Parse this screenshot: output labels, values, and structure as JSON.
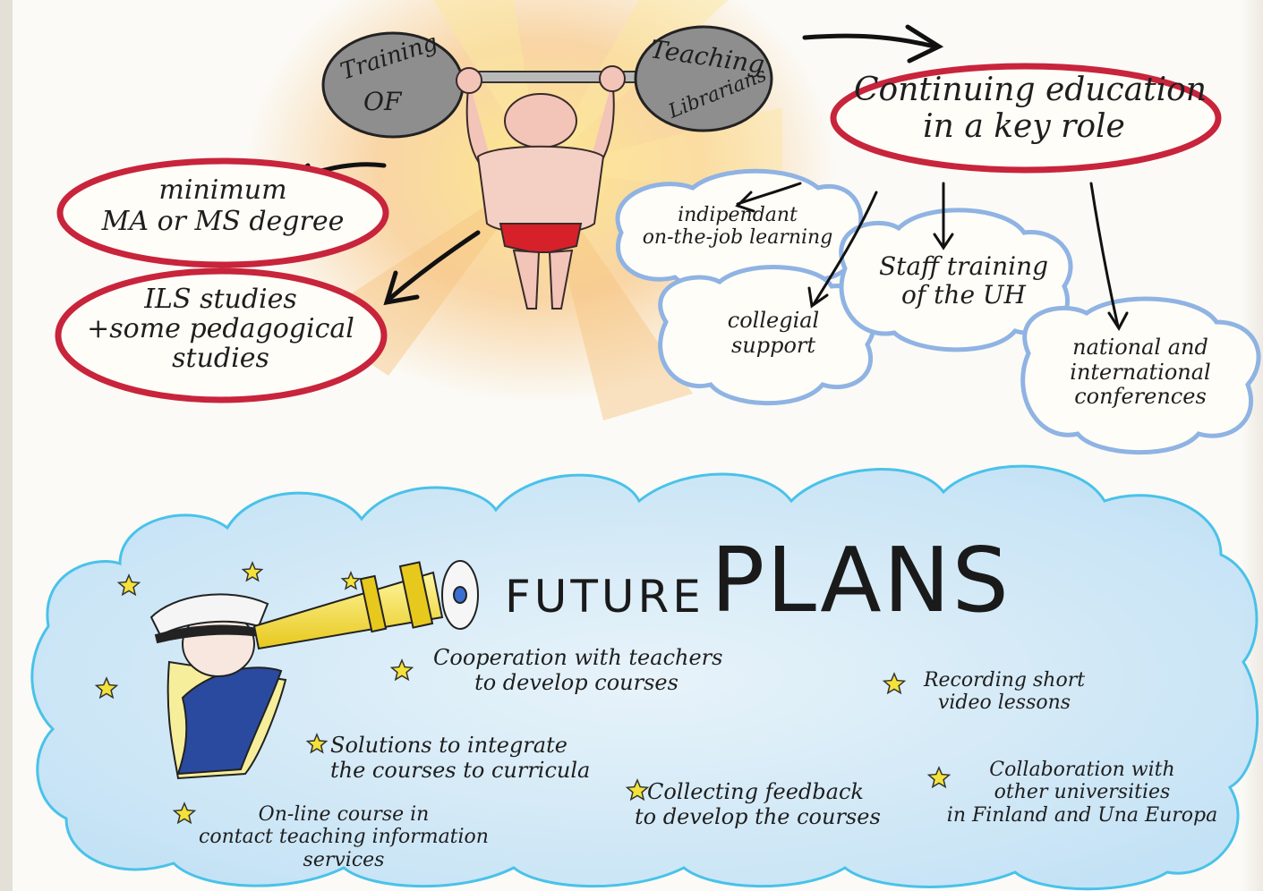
{
  "colors": {
    "oval_border": "#c8243c",
    "cloud_blue": "#8fb3e3",
    "sky_blue": "#bfe0f5",
    "star_yellow": "#f4e23a",
    "sun_glow": "#f8c98a",
    "ink": "#1e1e1e"
  },
  "barbell": {
    "left_plate": [
      "Training",
      "OF"
    ],
    "right_plate": [
      "Teaching",
      "Librarians"
    ]
  },
  "requirements": [
    {
      "lines": [
        "minimum",
        "MA or MS degree"
      ]
    },
    {
      "lines": [
        "ILS studies",
        "+some pedagogical",
        "studies"
      ]
    }
  ],
  "continuing_education": {
    "lines": [
      "Continuing education",
      "in a key role"
    ]
  },
  "clouds": [
    {
      "lines": [
        "indipendant",
        "on-the-job learning"
      ]
    },
    {
      "lines": [
        "collegial",
        "support"
      ]
    },
    {
      "lines": [
        "Staff training",
        "of the UH"
      ]
    },
    {
      "lines": [
        "national and",
        "international",
        "conferences"
      ]
    }
  ],
  "future": {
    "word1": "FUTURE",
    "word2": "PLANS"
  },
  "plans": [
    {
      "lines": [
        "Cooperation with teachers",
        "to develop courses"
      ]
    },
    {
      "lines": [
        "Solutions to integrate",
        "the courses to curricula"
      ]
    },
    {
      "lines": [
        "On-line course in",
        "contact teaching information",
        "services"
      ]
    },
    {
      "lines": [
        "Collecting feedback",
        "to develop the courses"
      ]
    },
    {
      "lines": [
        "Recording short",
        "video lessons"
      ]
    },
    {
      "lines": [
        "Collaboration with",
        "other universities",
        "in Finland and Una Europa"
      ]
    }
  ]
}
